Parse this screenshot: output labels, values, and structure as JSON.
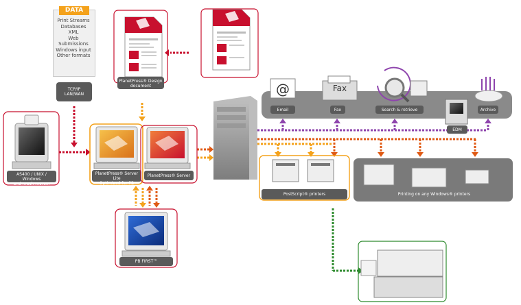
{
  "data_box": {
    "title": "DATA",
    "items": [
      "Print Streams",
      "Databases",
      "XML",
      "Web Submissions",
      "Windows input",
      "Other formats"
    ]
  },
  "labels": {
    "tcpip": "TCP/IP\nLAN/WAN",
    "design_document": "PlanetPress® Design\ndocument",
    "as400": "AS400 / UNIX / Windows\nand much more...",
    "server_lite": "PlanetPress® Server Lite\nOptimized for PB FIRST™",
    "server": "PlanetPress® Server",
    "pb_first": "PB FIRST™",
    "email": "Email",
    "fax": "Fax",
    "fax_machine_text": "Fax",
    "search": "Search & retrieve",
    "archive": "Archive",
    "edm": "EDM",
    "postscript": "PostScript® printers",
    "windows_printers": "Printing on any Windows® printers"
  },
  "colors": {
    "crimson": "#c8102e",
    "orange": "#f4a21c",
    "dark_orange": "#e05a14",
    "purple": "#8e44ad",
    "green": "#2e8b2e",
    "grey_panel": "#8a8a8a",
    "dark_label": "#5a5a5a"
  }
}
